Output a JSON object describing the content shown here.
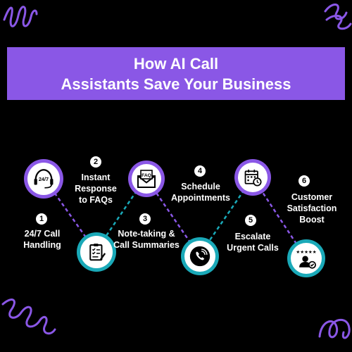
{
  "header": {
    "title_line1": "How AI Call",
    "title_line2": "Assistants Save Your Business"
  },
  "colors": {
    "background": "#000000",
    "banner": "#8a57e6",
    "purple_node": "#8a57e6",
    "teal_node": "#1aa9b8",
    "text": "#ffffff"
  },
  "steps": [
    {
      "number": "1",
      "label_line1": "24/7 Call",
      "label_line2": "Handling",
      "icon": "headset-24-7-icon"
    },
    {
      "number": "2",
      "label_line1": "Instant",
      "label_line2": "Response",
      "label_line3": "to FAQs",
      "icon": "clipboard-checklist-icon"
    },
    {
      "number": "3",
      "label_line1": "Note-taking &",
      "label_line2": "Call Summaries",
      "icon": "faq-envelope-icon"
    },
    {
      "number": "4",
      "label_line1": "Schedule",
      "label_line2": "Appointments",
      "icon": "phone-call-icon"
    },
    {
      "number": "5",
      "label_line1": "Escalate",
      "label_line2": "Urgent Calls",
      "icon": "calendar-clock-icon"
    },
    {
      "number": "6",
      "label_line1": "Customer",
      "label_line2": "Satisfaction",
      "label_line3": "Boost",
      "icon": "customer-rating-icon"
    }
  ],
  "icon_text": {
    "headset": "24/7",
    "envelope": "FAQ"
  }
}
